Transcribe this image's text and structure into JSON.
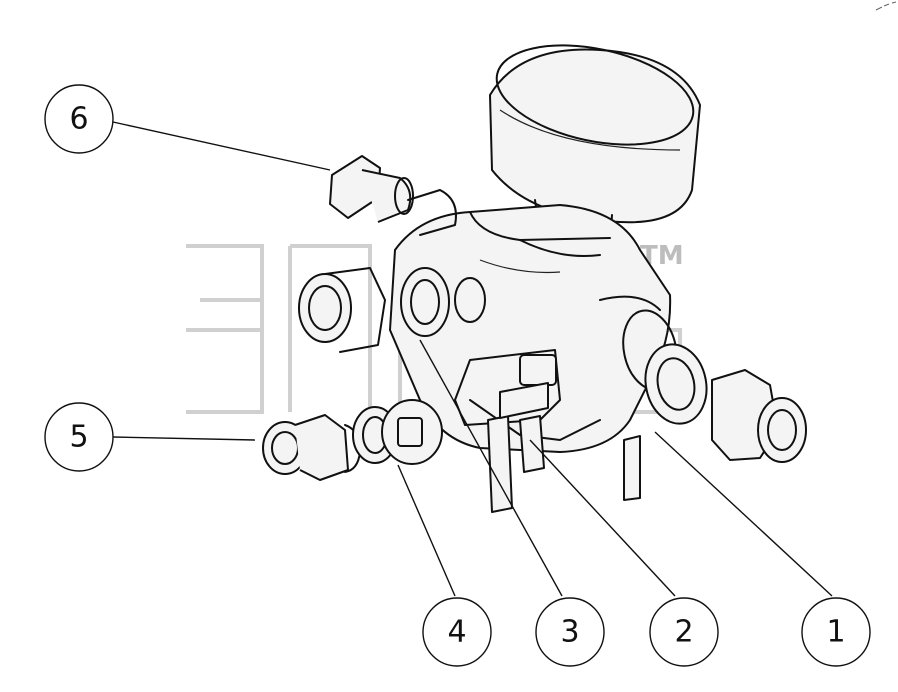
{
  "diagram": {
    "callouts": [
      {
        "id": "6",
        "label": "6"
      },
      {
        "id": "5",
        "label": "5"
      },
      {
        "id": "4",
        "label": "4"
      },
      {
        "id": "3",
        "label": "3"
      },
      {
        "id": "2",
        "label": "2"
      },
      {
        "id": "1",
        "label": "1"
      }
    ],
    "watermark": {
      "trademark": "TM"
    },
    "colors": {
      "line": "#111111",
      "watermark": "#c8c8c8",
      "background": "#ffffff"
    }
  }
}
